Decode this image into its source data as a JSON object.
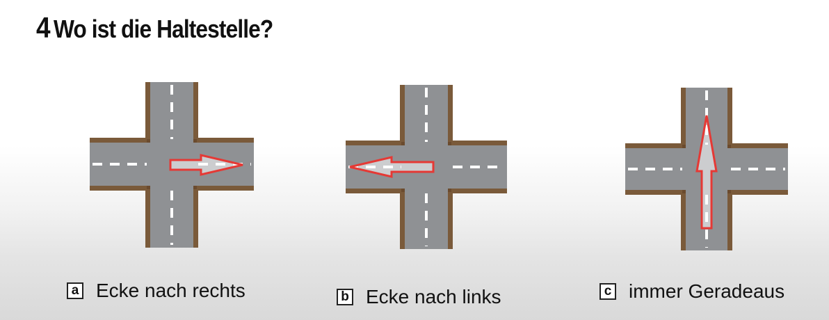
{
  "title": {
    "number": "4",
    "text": "Wo ist die Haltestelle?"
  },
  "colors": {
    "road": "#8f9194",
    "curb": "#7a5a3a",
    "lane_marking": "#ffffff",
    "arrow": "#e53935"
  },
  "options": [
    {
      "letter": "a",
      "label": "Ecke nach rechts",
      "arrow_direction": "right"
    },
    {
      "letter": "b",
      "label": "Ecke nach links",
      "arrow_direction": "left"
    },
    {
      "letter": "c",
      "label": "immer Geradeaus",
      "arrow_direction": "up"
    }
  ]
}
